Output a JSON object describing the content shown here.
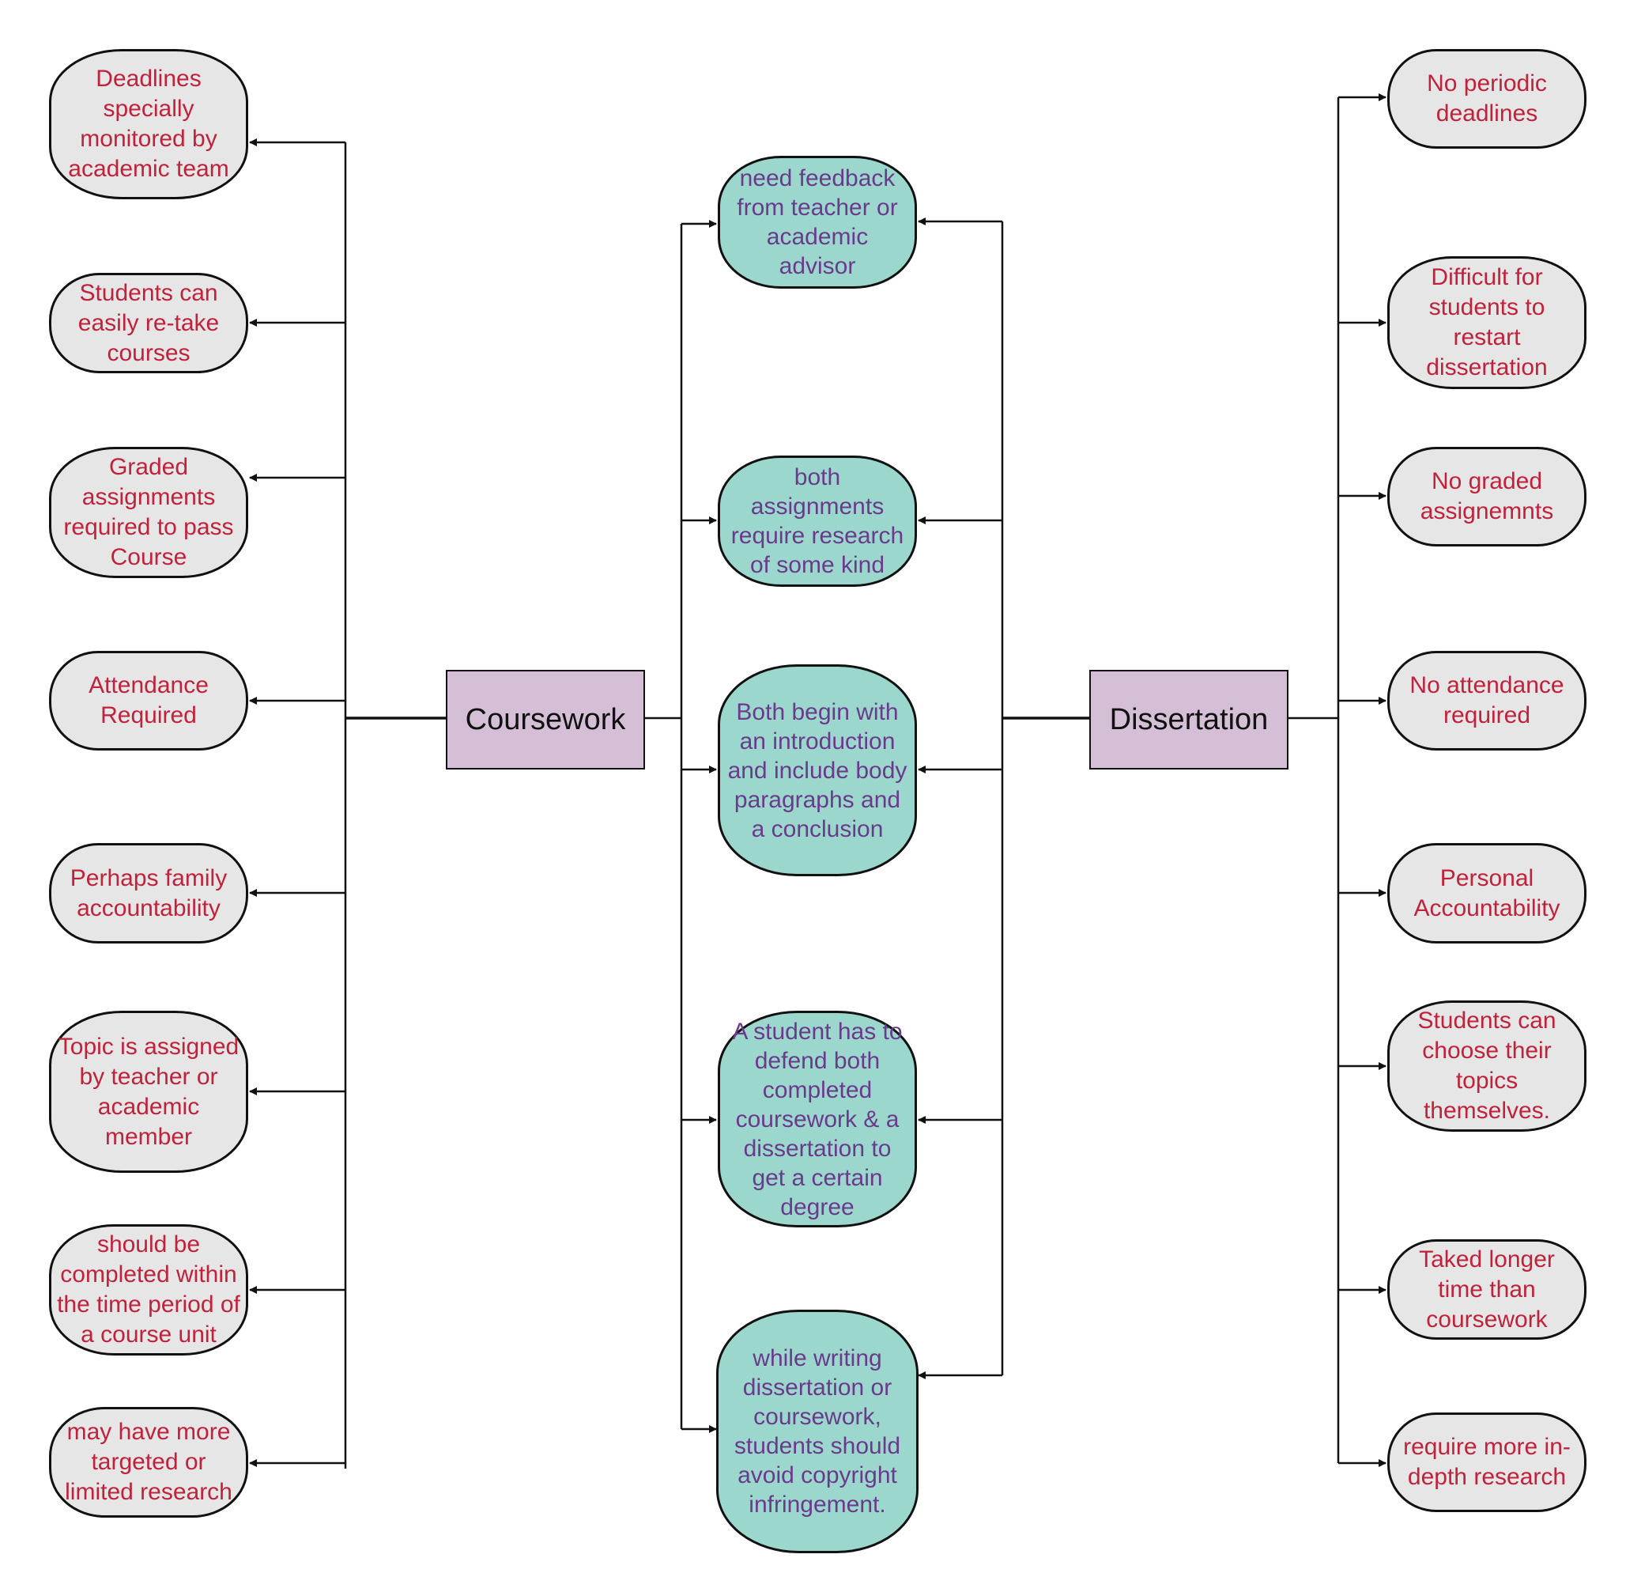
{
  "colors": {
    "root_fill": "#d5bfd6",
    "left_right_fill": "#e6e6e6",
    "left_right_text": "#c0223b",
    "shared_fill": "#9bd7cd",
    "shared_text": "#6a3a8c",
    "line": "#111111"
  },
  "coursework": {
    "title": "Coursework",
    "items": [
      "Deadlines specially monitored by academic team",
      "Students can easily re-take courses",
      "Graded assignments required to pass Course",
      "Attendance Required",
      "Perhaps family accountability",
      "Topic is assigned by teacher or academic member",
      "should be completed within the time period of a course unit",
      "may have more targeted or limited research"
    ]
  },
  "shared": {
    "items": [
      "need feedback from teacher or academic advisor",
      "both assignments require research of some kind",
      "Both begin with an introduction and include body paragraphs and a conclusion",
      "A student has to defend both completed coursework & a dissertation to get a certain degree",
      "while writing dissertation or coursework, students should avoid copyright infringement."
    ]
  },
  "dissertation": {
    "title": "Dissertation",
    "items": [
      "No periodic deadlines",
      "Difficult for students to restart dissertation",
      "No graded assignemnts",
      "No attendance required",
      "Personal Accountability",
      "Students can choose their topics themselves.",
      "Taked longer time than coursework",
      "require more in-depth research"
    ]
  }
}
